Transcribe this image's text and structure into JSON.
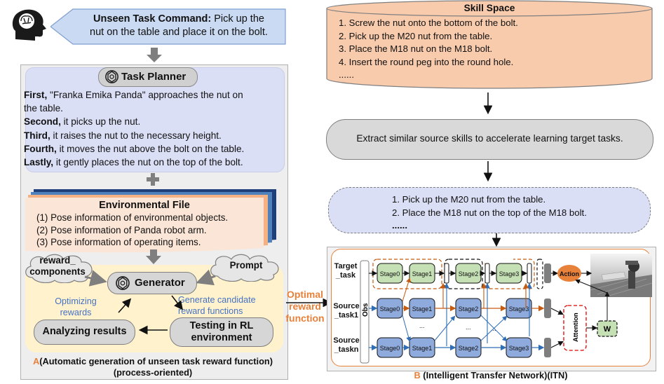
{
  "command": {
    "label": "Unseen Task Command:",
    "text_1": " Pick up the",
    "text_2": "nut on the table and place it on the bolt."
  },
  "planner": {
    "title": "Task Planner",
    "steps": [
      {
        "lead": "First,",
        "text": " \"Franka Emika Panda\" approaches the nut on"
      },
      {
        "lead": "",
        "text": "the table."
      },
      {
        "lead": "Second,",
        "text": " it picks up the nut."
      },
      {
        "lead": "Third,",
        "text": " it raises the nut to the necessary height."
      },
      {
        "lead": "Fourth,",
        "text": " it moves the nut above the bolt on the table."
      },
      {
        "lead": "Lastly,",
        "text": " it gently places the nut on the top of the bolt."
      }
    ]
  },
  "env": {
    "title": "Environmental File",
    "items": [
      "(1) Pose information of environmental objects.",
      "(2) Pose information of  Panda robot arm.",
      "(3) Pose information of  operating items."
    ]
  },
  "generator": {
    "reward_components_1": "reward_",
    "reward_components_2": "components",
    "prompt": "Prompt",
    "title": "Generator",
    "optimizing_1": "Optimizing",
    "optimizing_2": "rewards",
    "candidate_1": "Generate candidate",
    "candidate_2": "reward functions",
    "analyzing": "Analyzing results",
    "testing_1": "Testing in RL",
    "testing_2": "environment"
  },
  "caption_a": {
    "letter": "A",
    "text": "(Automatic generation of unseen task reward function)",
    "text_2": "(process-oriented)"
  },
  "optimal": {
    "line1": "Optimal",
    "line2": "reward",
    "line3": "function"
  },
  "skill_space": {
    "title": "Skill Space",
    "items": [
      "1. Screw the nut onto the bottom of the bolt.",
      "2. Pick up the M20 nut from the table.",
      "3. Place the M18 nut on the M18 bolt.",
      "4. Insert the round peg into the round hole.",
      "......"
    ]
  },
  "extract": "Extract similar source skills to accelerate learning target tasks.",
  "target_steps": [
    "1. Pick up the M20 nut from the table.",
    "2. Place the M18 nut on the top of the M18 bolt.",
    "......"
  ],
  "itn": {
    "rows": [
      {
        "l1": "Target",
        "l2": "_task"
      },
      {
        "l1": "Source",
        "l2": "_task1"
      },
      {
        "l1": "Source",
        "l2": "_taskn"
      }
    ],
    "obs": "Obs",
    "stages": [
      "Stage0",
      "Stage1",
      "Stage2",
      "Stage3"
    ],
    "action": "Action",
    "attention": "Attention",
    "w": "W",
    "dots": "...",
    "caption_letter": "B",
    "caption": " (Intelligent Transfer Network)(ITN)"
  },
  "colors": {
    "orange": "#e8813a",
    "blue": "#2f6db5",
    "green": "#c5e0b4",
    "stage_blue": "#8faadc",
    "skill_fill": "#f8cbad"
  }
}
